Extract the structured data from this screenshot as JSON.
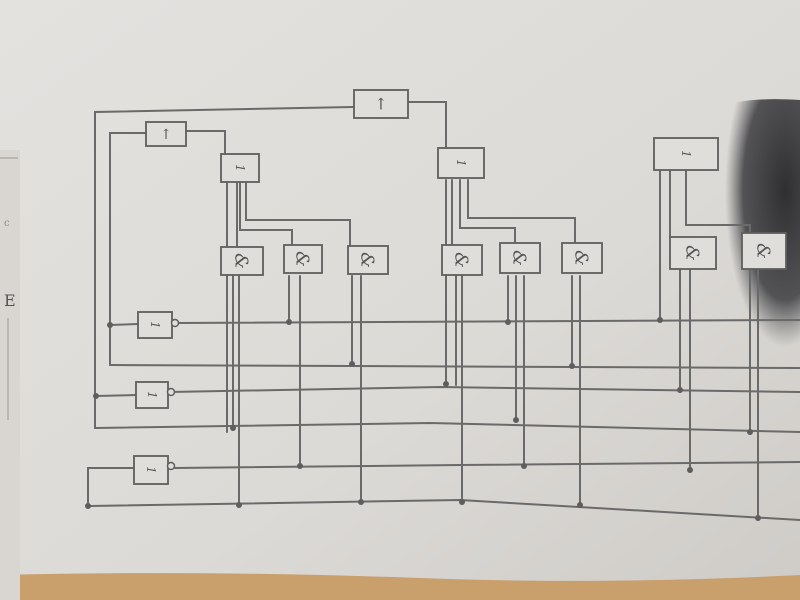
{
  "diagram": {
    "gate_labels": {
      "not": "1",
      "and": "&",
      "enable_top": "1",
      "enable_mid": "1",
      "enable_right": "1"
    }
  },
  "colors": {
    "paper": "#e2e0dd",
    "paper_shade": "#d6d3cf",
    "pencil": "#6b6b6b",
    "shadow": "#2e2e30",
    "table": "#c8a070"
  }
}
